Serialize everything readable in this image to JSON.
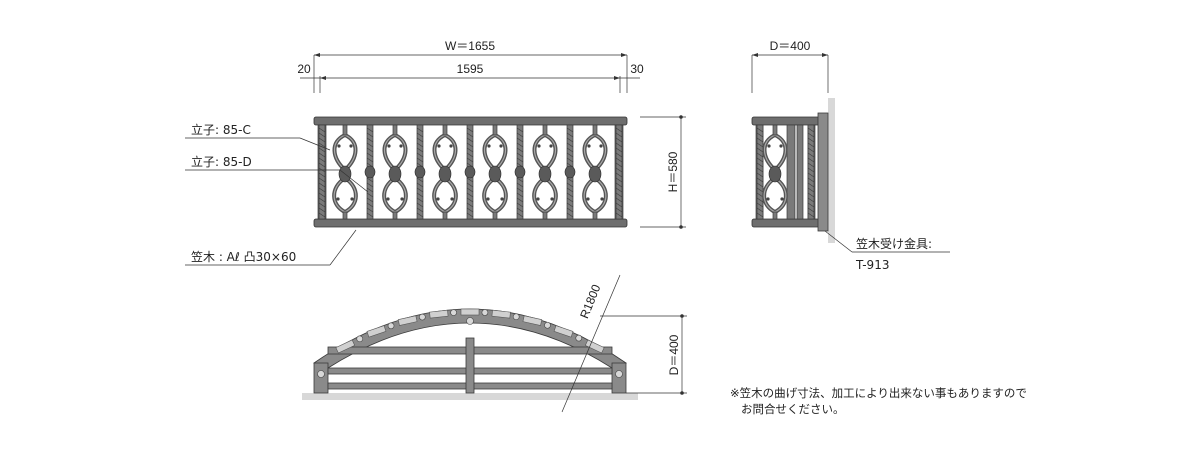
{
  "dimensions": {
    "width_total": "W＝1655",
    "inner_span": "1595",
    "left_offset": "20",
    "right_offset": "30",
    "height": "H＝580",
    "depth_side": "D＝400",
    "depth_plan": "D＝400",
    "radius": "R1800"
  },
  "labels": {
    "baluster_c": "立子: 85-C",
    "baluster_d": "立子: 85-D",
    "handrail": "笠木 : Aℓ 凸30×60",
    "bracket_title": "笠木受け金具:",
    "bracket_code": "T-913"
  },
  "note": {
    "line1": "※笠木の曲げ寸法、加工により出来ない事もありますので",
    "line2": "お問合せください。"
  }
}
